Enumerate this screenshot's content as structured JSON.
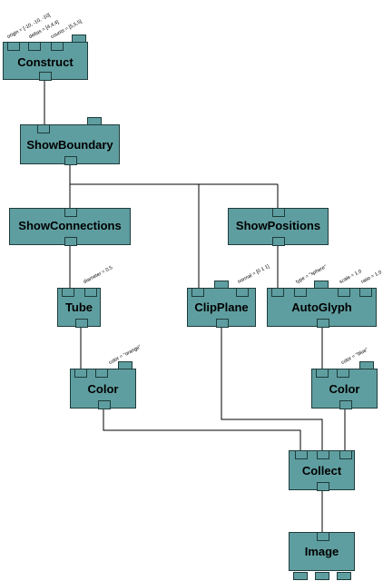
{
  "modules": {
    "construct": {
      "title": "Construct",
      "params": [
        "origin = [-10, -10, -10]",
        "deltas = [4,4,4]",
        "counts = [5,5,5]"
      ]
    },
    "show_boundary": {
      "title": "ShowBoundary"
    },
    "show_connections": {
      "title": "ShowConnections"
    },
    "show_positions": {
      "title": "ShowPositions"
    },
    "tube": {
      "title": "Tube",
      "params": [
        "diameter = 0.5"
      ]
    },
    "clip_plane": {
      "title": "ClipPlane",
      "params": [
        "normal = [0 1 1]"
      ]
    },
    "auto_glyph": {
      "title": "AutoGlyph",
      "params": [
        "type = \"sphere\"",
        "scale = 1.0",
        "ratio = 1.0"
      ]
    },
    "color_left": {
      "title": "Color",
      "params": [
        "color = \"orange\""
      ]
    },
    "color_right": {
      "title": "Color",
      "params": [
        "color = \"blue\""
      ]
    },
    "collect": {
      "title": "Collect"
    },
    "image": {
      "title": "Image"
    }
  },
  "colors": {
    "module_fill": "#5f9ea0",
    "module_border": "#1e3c3c",
    "wire": "#000000"
  }
}
